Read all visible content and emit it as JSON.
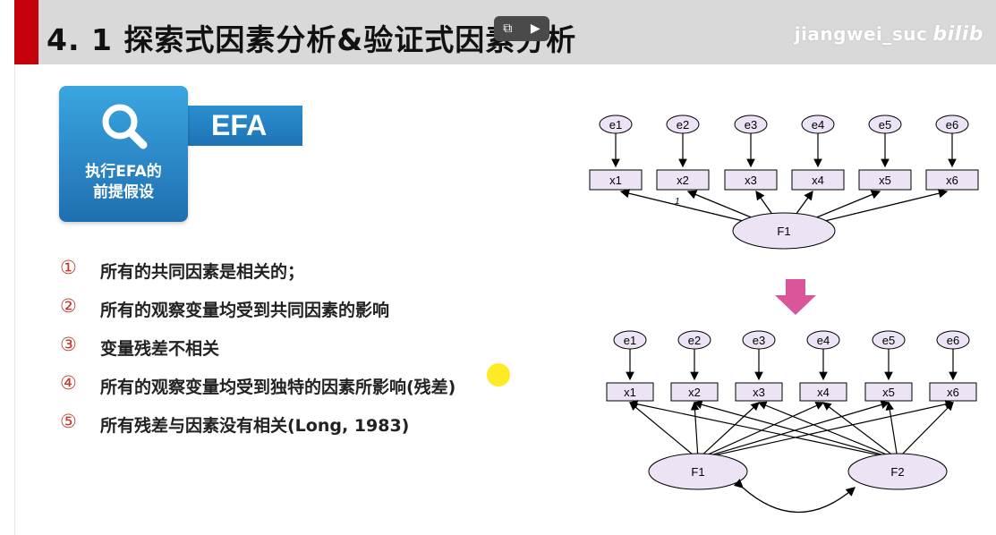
{
  "slide": {
    "title": "4. 1  探索式因素分析&验证式因素分析",
    "watermark_user": "jiangwei_suc",
    "watermark_logo": "bilib"
  },
  "card": {
    "tag": "EFA",
    "line1": "执行EFA的",
    "line2": "前提假设"
  },
  "list": {
    "items": [
      {
        "num": "①",
        "text": "所有的共同因素是相关的；"
      },
      {
        "num": "②",
        "text": "所有的观察变量均受到共同因素的影响"
      },
      {
        "num": "③",
        "text": "变量残差不相关"
      },
      {
        "num": "④",
        "text": "所有的观察变量均受到独特的因素所影响(残差)"
      },
      {
        "num": "⑤",
        "text": "所有残差与因素没有相关(Long, 1983)"
      }
    ]
  },
  "diagram_top": {
    "errors": [
      "e1",
      "e2",
      "e3",
      "e4",
      "e5",
      "e6"
    ],
    "observed": [
      "x1",
      "x2",
      "x3",
      "x4",
      "x5",
      "x6"
    ],
    "factor": "F1",
    "path_label": "1"
  },
  "diagram_bottom": {
    "errors": [
      "e1",
      "e2",
      "e3",
      "e4",
      "e5",
      "e6"
    ],
    "observed": [
      "x1",
      "x2",
      "x3",
      "x4",
      "x5",
      "x6"
    ],
    "factors": [
      "F1",
      "F2"
    ]
  },
  "colors": {
    "accent_red": "#c6000b",
    "card_blue": "#2b8fd0",
    "node_fill": "#ece4f4",
    "arrow_pink": "#d9569a"
  }
}
